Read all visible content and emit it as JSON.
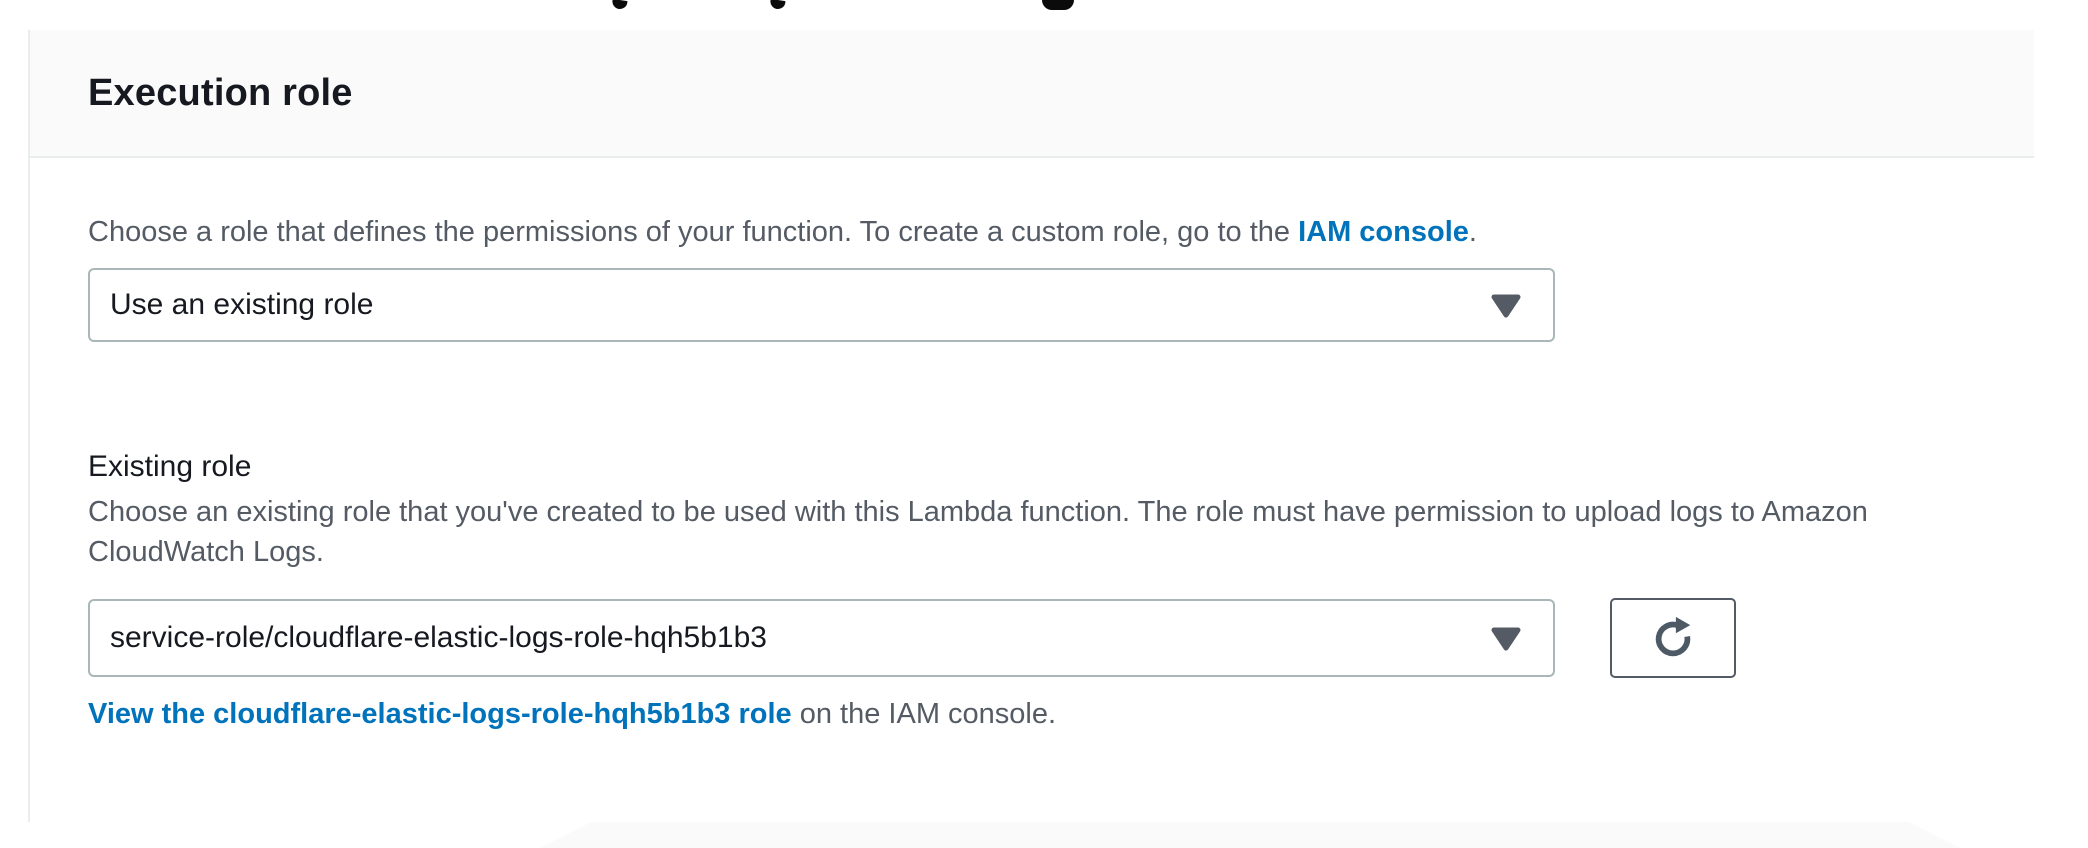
{
  "panel": {
    "title": "Execution role"
  },
  "role_source": {
    "description_prefix": "Choose a role that defines the permissions of your function. To create a custom role, go to the ",
    "link_text": "IAM console",
    "description_suffix": ".",
    "select_value": "Use an existing role"
  },
  "existing_role": {
    "label": "Existing role",
    "description": "Choose an existing role that you've created to be used with this Lambda function. The role must have permission to upload logs to Amazon CloudWatch Logs.",
    "select_value": "service-role/cloudflare-elastic-logs-role-hqh5b1b3",
    "view_link_text": "View the cloudflare-elastic-logs-role-hqh5b1b3 role",
    "view_link_suffix": " on the IAM console."
  },
  "icons": {
    "dropdown_arrow": "down-triangle",
    "refresh": "clockwise-circular-arrow"
  },
  "colors": {
    "link_blue": "#0073bb",
    "text_dark": "#16191f",
    "text_secondary": "#545b64",
    "select_border": "#aab7b8",
    "panel_header_bg": "#fafafa",
    "divider": "#eaeded"
  }
}
